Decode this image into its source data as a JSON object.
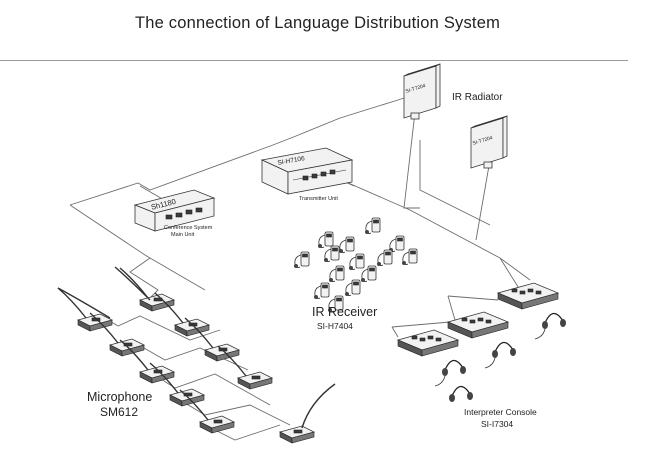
{
  "title": "The  connection of Language Distribution System",
  "labels": {
    "ir_radiator": "IR Radiator",
    "radiator_model_1": "SI-T7204",
    "radiator_model_2": "SI-T7204",
    "transmitter_model": "SI-H7106",
    "transmitter_caption": "Transmitter Unit",
    "main_unit_model": "Sh1180",
    "main_unit_caption_1": "Conference System",
    "main_unit_caption_2": "Main Unit",
    "ir_receiver": "IR Receiver",
    "ir_receiver_model": "SI-H7404",
    "microphone": "Microphone",
    "microphone_model": "SM612",
    "interpreter_console": "Interpreter Console",
    "interpreter_console_model": "SI-I7304"
  }
}
